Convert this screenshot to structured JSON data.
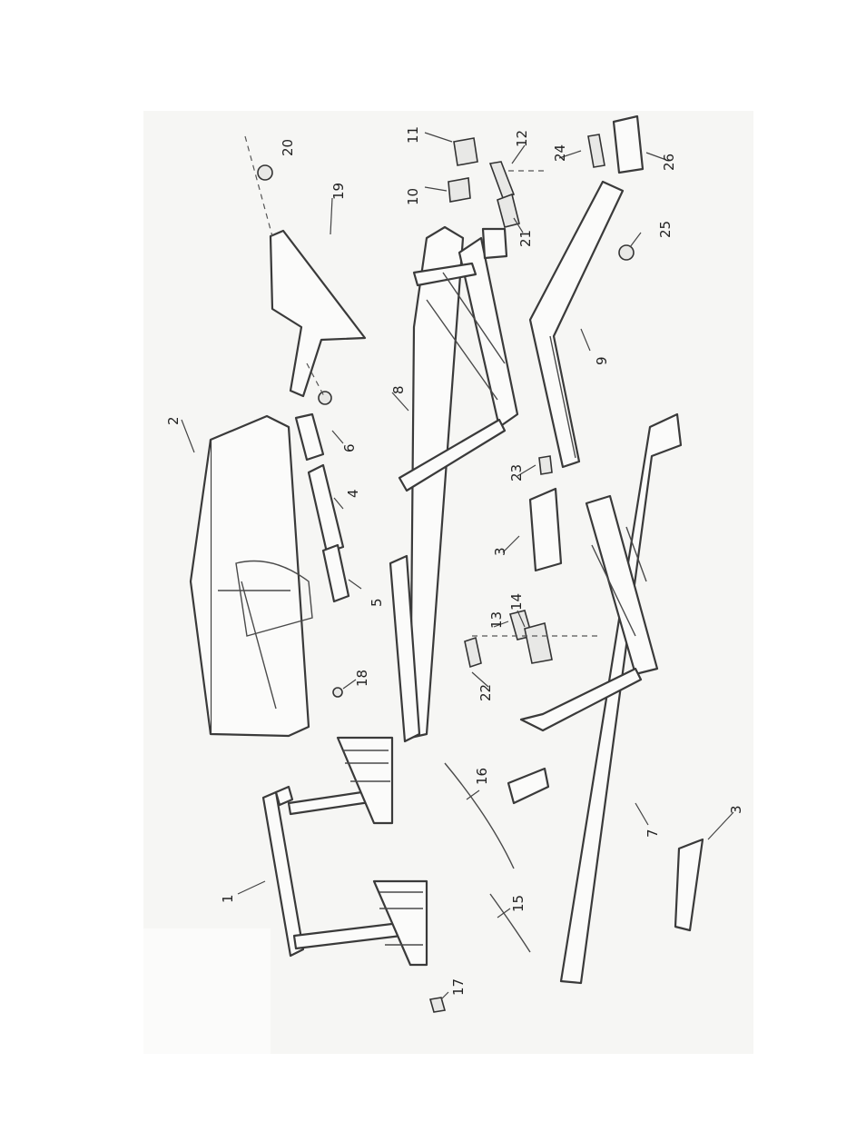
{
  "diagram": {
    "callouts": [
      {
        "id": "c1",
        "label": "1"
      },
      {
        "id": "c2",
        "label": "2"
      },
      {
        "id": "c3a",
        "label": "3"
      },
      {
        "id": "c3b",
        "label": "3"
      },
      {
        "id": "c4",
        "label": "4"
      },
      {
        "id": "c5",
        "label": "5"
      },
      {
        "id": "c6",
        "label": "6"
      },
      {
        "id": "c7",
        "label": "7"
      },
      {
        "id": "c8",
        "label": "8"
      },
      {
        "id": "c9",
        "label": "9"
      },
      {
        "id": "c10",
        "label": "10"
      },
      {
        "id": "c11",
        "label": "11"
      },
      {
        "id": "c12",
        "label": "12"
      },
      {
        "id": "c13",
        "label": "13"
      },
      {
        "id": "c14",
        "label": "14"
      },
      {
        "id": "c15",
        "label": "15"
      },
      {
        "id": "c16",
        "label": "16"
      },
      {
        "id": "c17",
        "label": "17"
      },
      {
        "id": "c18",
        "label": "18"
      },
      {
        "id": "c19",
        "label": "19"
      },
      {
        "id": "c20",
        "label": "20"
      },
      {
        "id": "c21",
        "label": "21"
      },
      {
        "id": "c22",
        "label": "22"
      },
      {
        "id": "c23",
        "label": "23"
      },
      {
        "id": "c24",
        "label": "24"
      },
      {
        "id": "c25",
        "label": "25"
      },
      {
        "id": "c26",
        "label": "26"
      }
    ]
  }
}
